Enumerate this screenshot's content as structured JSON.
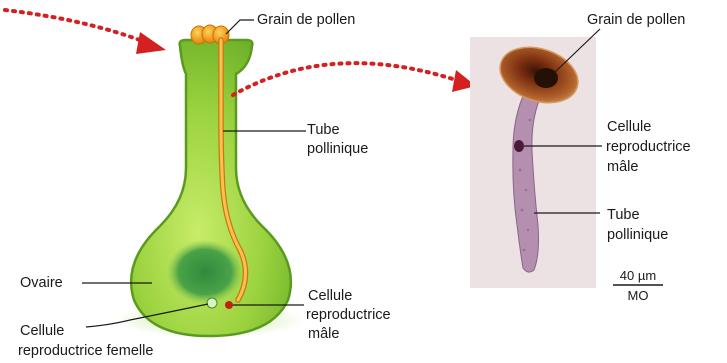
{
  "diagram": {
    "labels": {
      "pollen_grain_left": "Grain de pollen",
      "pollen_tube_left_1": "Tube",
      "pollen_tube_left_2": "pollinique",
      "ovary": "Ovaire",
      "female_cell_1": "Cellule",
      "female_cell_2": "reproductrice femelle",
      "male_cell_left_1": "Cellule",
      "male_cell_left_2": "reproductrice",
      "male_cell_left_3": "mâle",
      "pollen_grain_right": "Grain de pollen",
      "male_cell_right_1": "Cellule",
      "male_cell_right_2": "reproductrice",
      "male_cell_right_3": "mâle",
      "pollen_tube_right_1": "Tube",
      "pollen_tube_right_2": "pollinique"
    },
    "scale_bar": {
      "value": "40 µm",
      "method": "MO"
    },
    "colors": {
      "pistil_green": "#8fcf3a",
      "pistil_outline": "#5a9a1e",
      "ovule_green": "#2f8f3f",
      "pollen_tube": "#f2a51c",
      "arrow_red": "#d42020",
      "photo_bg": "#ece2e4",
      "tube_mauve": "#b48fb0",
      "grain_brown": "#9c4a1c"
    }
  }
}
